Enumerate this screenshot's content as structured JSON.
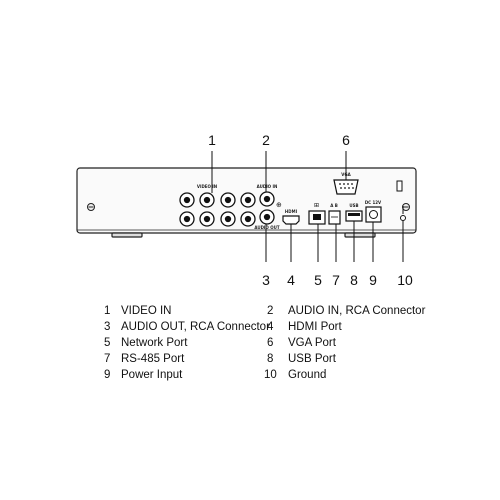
{
  "panel_labels": {
    "video_in": "VIDEO IN",
    "audio_in": "AUDIO IN",
    "audio_out": "AUDIO OUT",
    "vga": "VGA",
    "hdmi": "HDMI",
    "ab": "A B",
    "usb": "USB",
    "power": "DC 12V"
  },
  "callouts": [
    "1",
    "2",
    "6",
    "3",
    "4",
    "5",
    "7",
    "8",
    "9",
    "10"
  ],
  "legend": [
    {
      "num": "1",
      "label": "VIDEO IN"
    },
    {
      "num": "2",
      "label": "AUDIO IN, RCA Connector"
    },
    {
      "num": "3",
      "label": "AUDIO OUT, RCA Connector"
    },
    {
      "num": "4",
      "label": "HDMI Port"
    },
    {
      "num": "5",
      "label": "Network Port"
    },
    {
      "num": "6",
      "label": "VGA Port"
    },
    {
      "num": "7",
      "label": "RS-485 Port"
    },
    {
      "num": "8",
      "label": "USB Port"
    },
    {
      "num": "9",
      "label": "Power Input"
    },
    {
      "num": "10",
      "label": "Ground"
    }
  ]
}
